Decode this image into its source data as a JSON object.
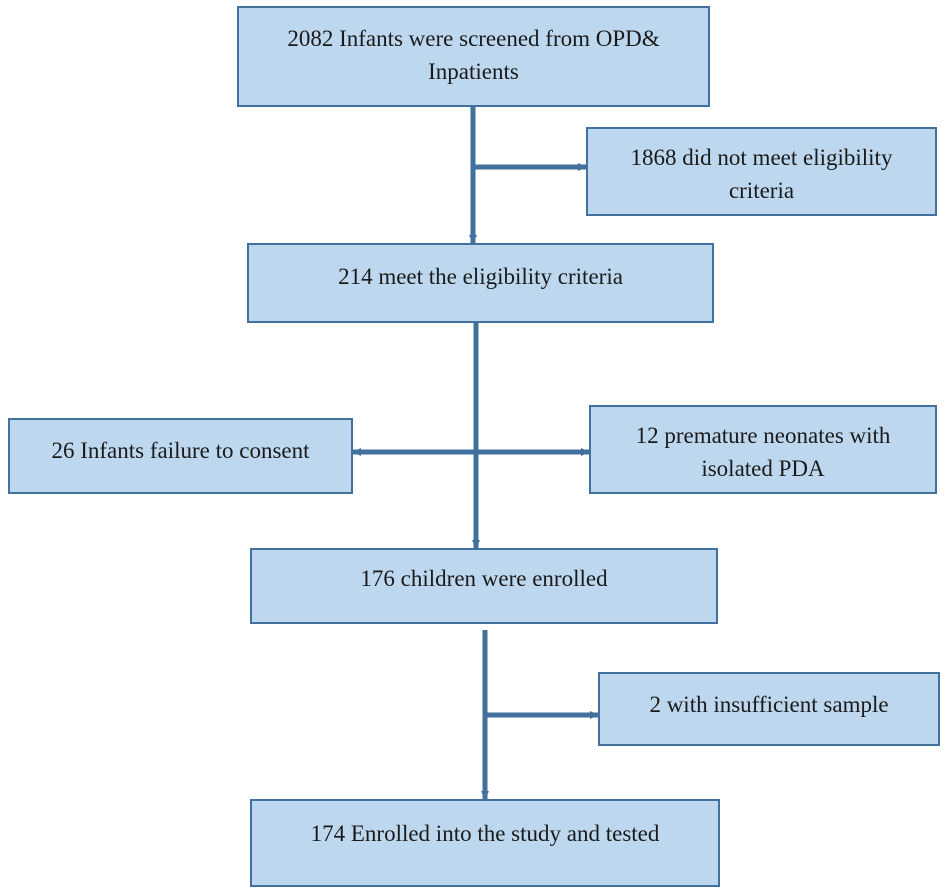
{
  "flowchart": {
    "screened": "2082 Infants were screened from OPD& Inpatients",
    "not_eligible": "1868 did not meet eligibility criteria",
    "eligible": "214 meet the eligibility criteria",
    "no_consent": "26 Infants failure to consent",
    "pda": "12 premature neonates with isolated PDA",
    "enrolled": "176 children were enrolled",
    "insufficient": "2 with insufficient sample",
    "tested": "174 Enrolled into the study and tested"
  },
  "colors": {
    "box_fill": "#bdd7ee",
    "box_border": "#41719c",
    "connector": "#41719c"
  }
}
